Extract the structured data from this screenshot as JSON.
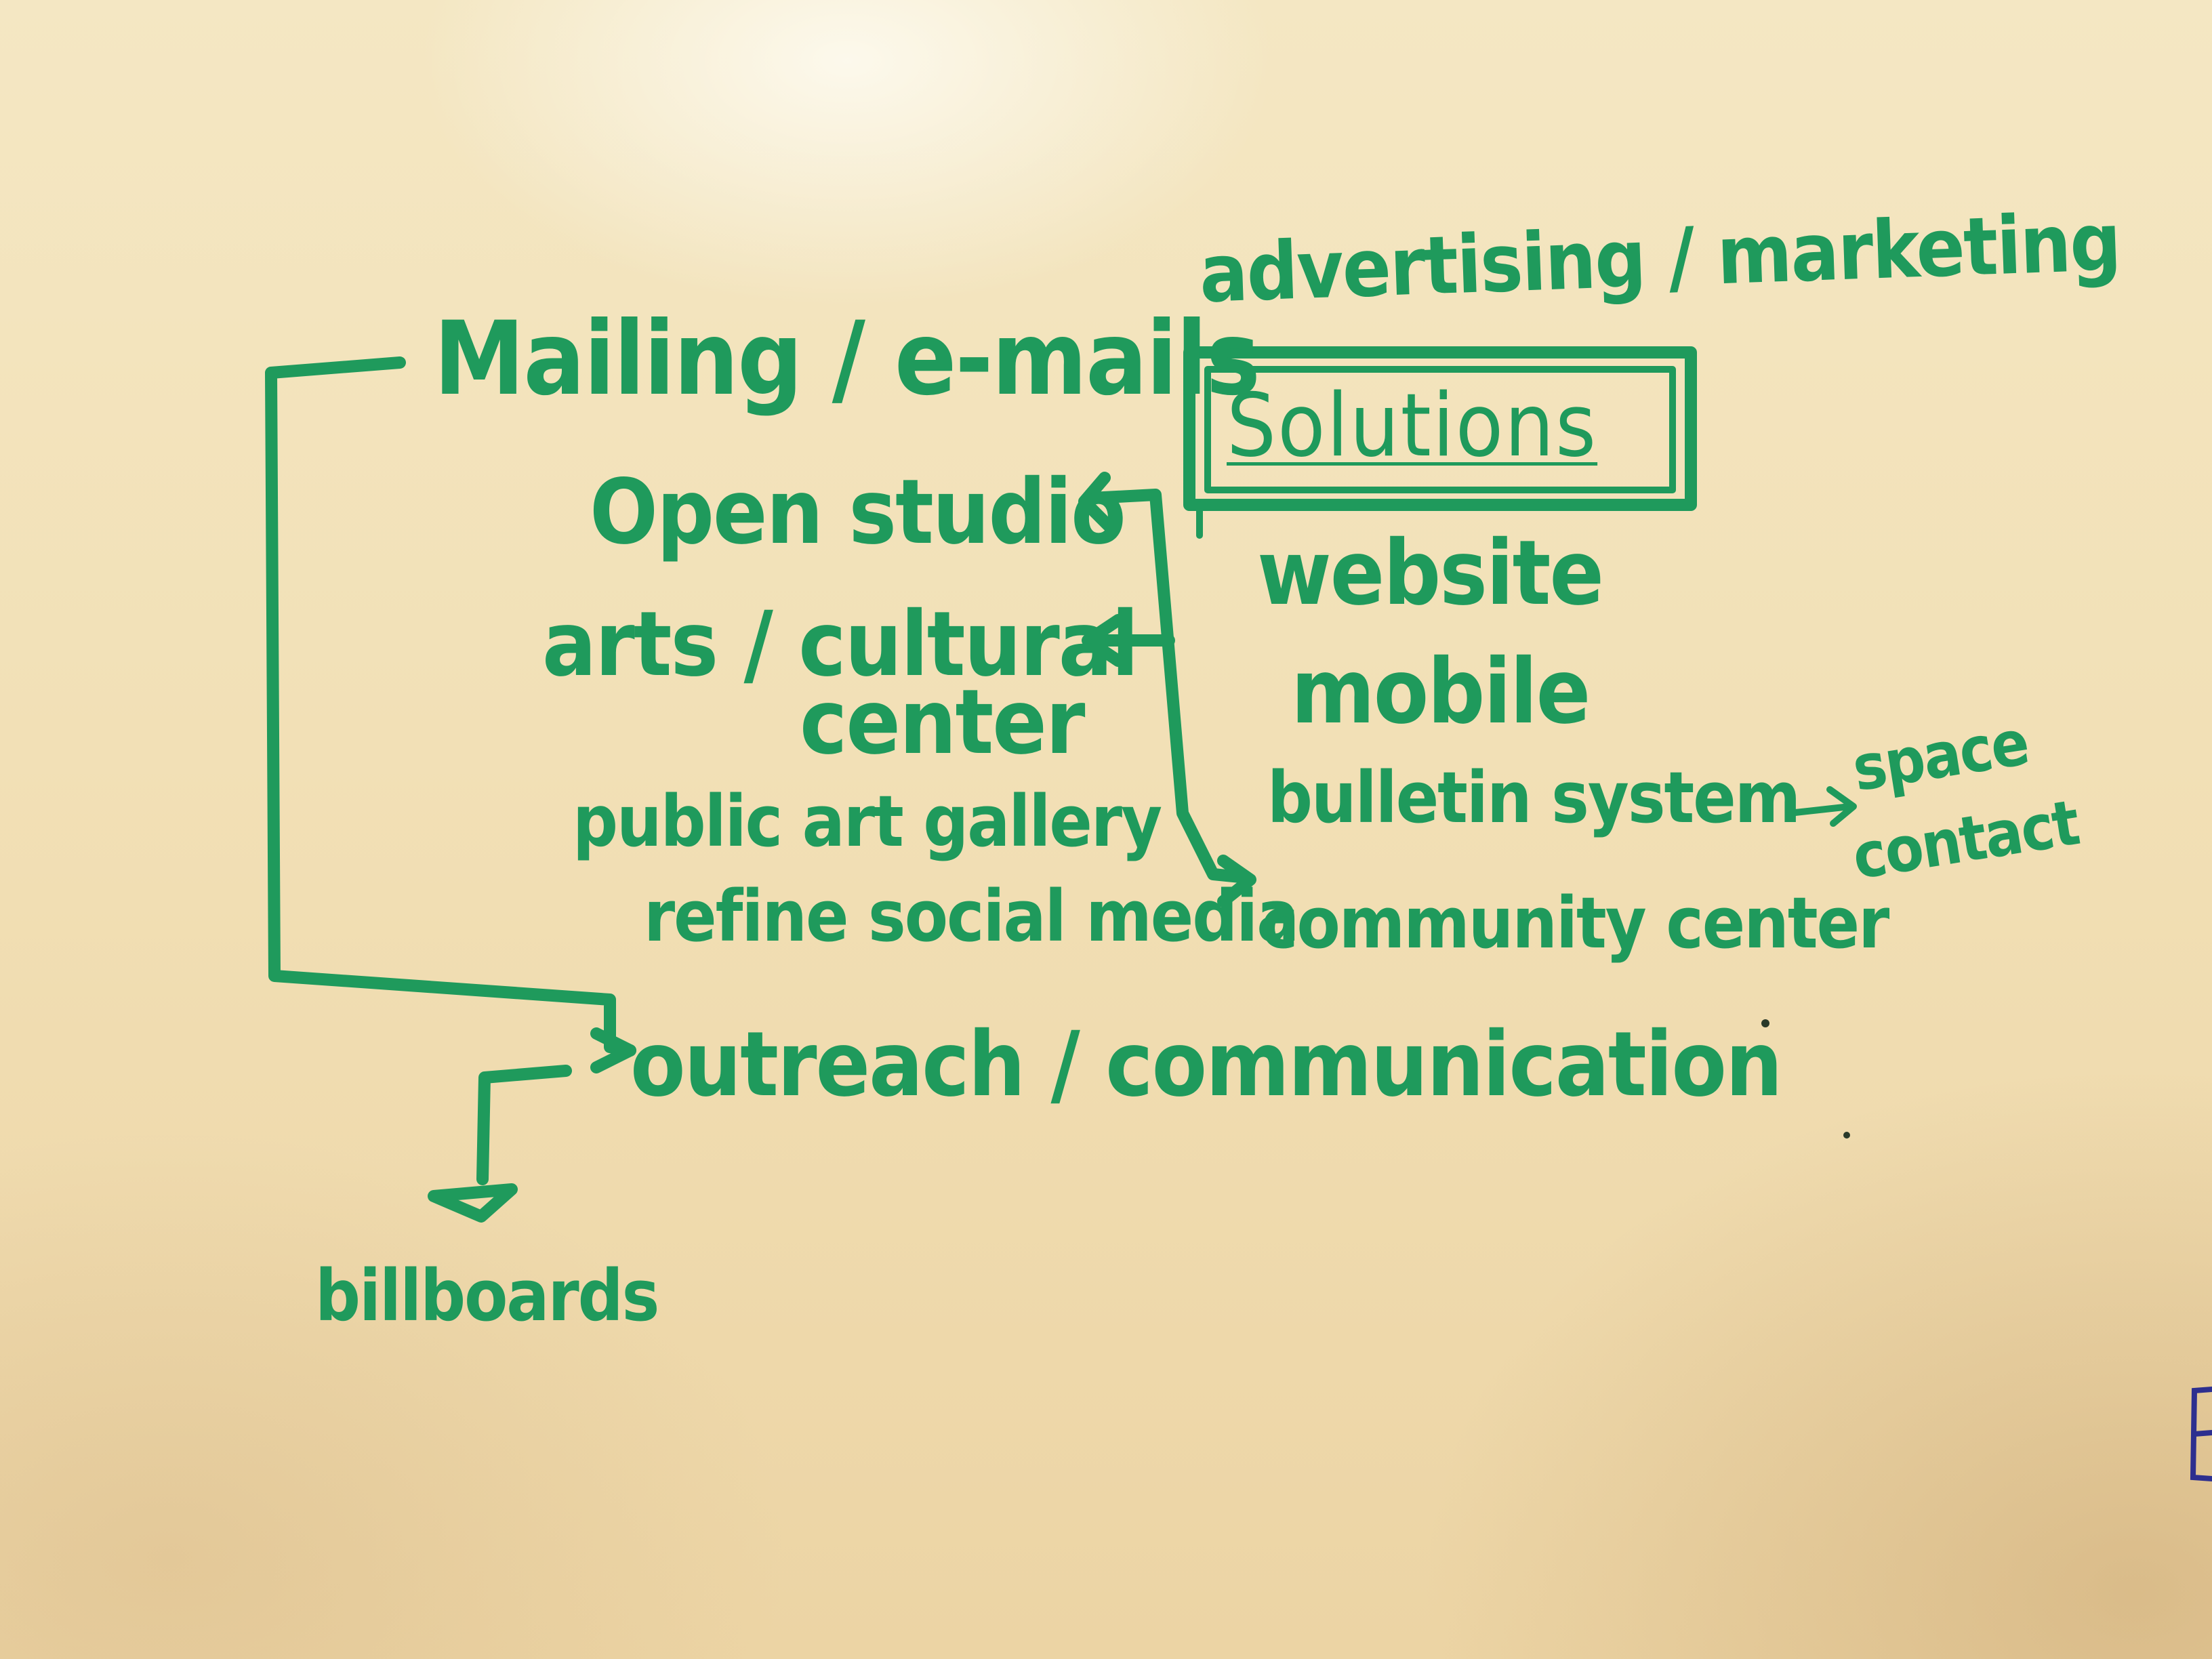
{
  "whiteboard": {
    "header": "advertising / marketing",
    "boxed_title": "Solutions",
    "left_items": {
      "mailing": "Mailing / e-mails",
      "open_studio": "Open studio",
      "arts_line1": "arts / cultural",
      "arts_line2": "center",
      "public_art": "public art gallery",
      "refine_social": "refine social media",
      "outreach": "outreach / communication",
      "billboards": "billboards"
    },
    "right_items": {
      "website": "website",
      "mobile": "mobile",
      "bulletin": "bulletin system",
      "space": "space",
      "contact": "contact",
      "community": "community center"
    },
    "colors": {
      "marker": "#1f9a5c",
      "board": "#f2e0b6",
      "edge_mark": "#2d2f8f"
    }
  }
}
